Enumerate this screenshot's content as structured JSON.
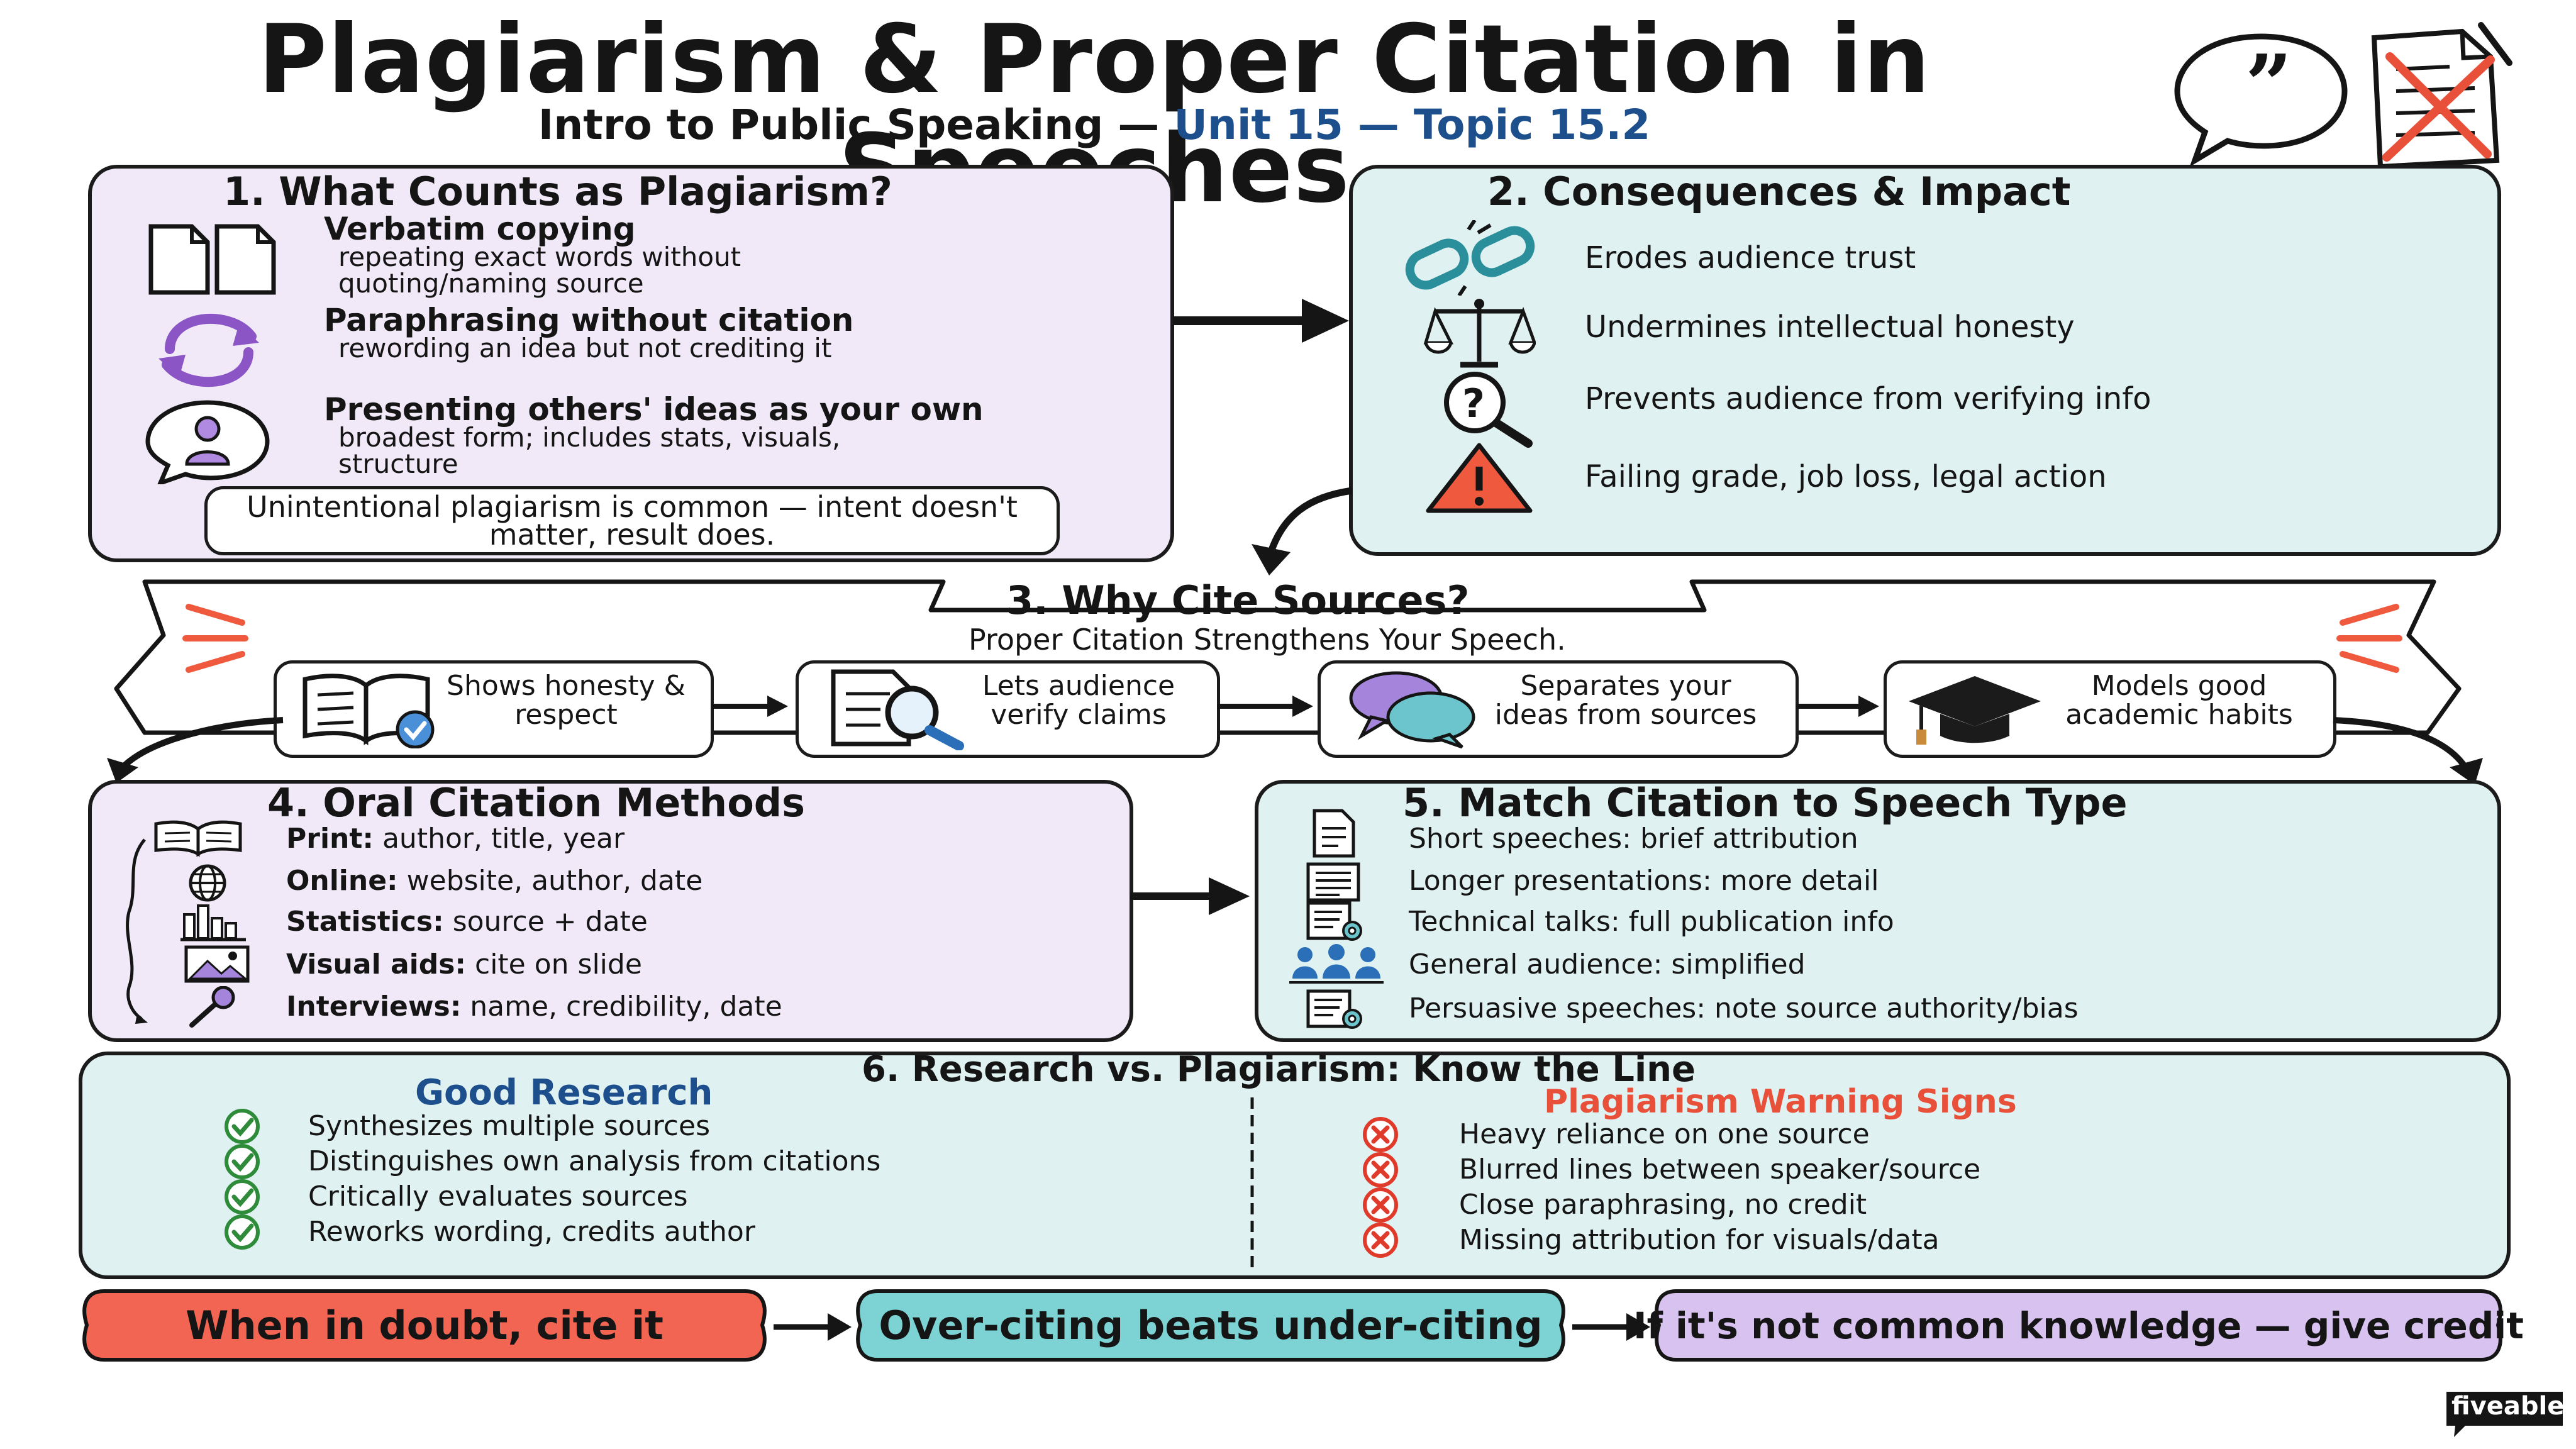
{
  "header": {
    "title": "Plagiarism & Proper Citation in Speeches",
    "subtitle_left": "Intro to Public Speaking — ",
    "subtitle_unit": "Unit 15 — Topic 15.2"
  },
  "section1": {
    "title": "1. What Counts as Plagiarism?",
    "items": [
      {
        "head": "Verbatim copying",
        "desc": "repeating exact words without quoting/naming source",
        "icon": "documents-icon"
      },
      {
        "head": "Paraphrasing without citation",
        "desc": "rewording an idea but not crediting it",
        "icon": "cycle-arrows-icon"
      },
      {
        "head": "Presenting others' ideas as your own",
        "desc": "broadest form; includes stats, visuals, structure",
        "icon": "person-speech-icon"
      }
    ],
    "note": "Unintentional plagiarism is common — intent doesn't matter, result does."
  },
  "section2": {
    "title": "2. Consequences & Impact",
    "items": [
      {
        "text": "Erodes audience trust",
        "icon": "broken-chain-icon"
      },
      {
        "text": "Undermines intellectual honesty",
        "icon": "scales-icon"
      },
      {
        "text": "Prevents audience from verifying info",
        "icon": "question-magnifier-icon"
      },
      {
        "text": "Failing grade, job loss, legal action",
        "icon": "warning-icon"
      }
    ]
  },
  "section3": {
    "title": "3. Why Cite Sources?",
    "subtitle": "Proper Citation Strengthens Your Speech.",
    "steps": [
      {
        "text": "Shows honesty & respect",
        "icon": "book-check-icon"
      },
      {
        "text": "Lets audience verify claims",
        "icon": "document-magnifier-icon"
      },
      {
        "text": "Separates your ideas from sources",
        "icon": "speech-bubbles-icon"
      },
      {
        "text": "Models good academic habits",
        "icon": "graduation-cap-icon"
      }
    ]
  },
  "section4": {
    "title": "4. Oral Citation Methods",
    "items": [
      {
        "label": "Print:",
        "text": " author, title, year",
        "icon": "open-book-icon"
      },
      {
        "label": "Online:",
        "text": " website, author, date",
        "icon": "globe-icon"
      },
      {
        "label": "Statistics:",
        "text": " source + date",
        "icon": "bar-chart-icon"
      },
      {
        "label": "Visual aids:",
        "text": " cite on slide",
        "icon": "image-icon"
      },
      {
        "label": "Interviews:",
        "text": " name, credibility, date",
        "icon": "microphone-icon"
      }
    ]
  },
  "section5": {
    "title": "5. Match Citation to Speech Type",
    "items": [
      {
        "text": "Short speeches: brief attribution",
        "icon": "short-document-icon"
      },
      {
        "text": "Longer presentations: more detail",
        "icon": "long-document-icon"
      },
      {
        "text": "Technical talks: full publication info",
        "icon": "document-gear-icon"
      },
      {
        "text": "General audience: simplified",
        "icon": "audience-icon"
      },
      {
        "text": "Persuasive speeches: note source authority/bias",
        "icon": "document-gear-icon"
      }
    ]
  },
  "section6": {
    "title": "6. Research vs. Plagiarism: Know the Line",
    "good_title": "Good Research",
    "good_items": [
      "Synthesizes multiple sources",
      "Distinguishes own analysis from citations",
      "Critically evaluates sources",
      "Reworks wording, credits author"
    ],
    "bad_title": "Plagiarism Warning Signs",
    "bad_items": [
      "Heavy reliance on one source",
      "Blurred lines between speaker/source",
      "Close paraphrasing, no credit",
      "Missing attribution for visuals/data"
    ]
  },
  "footer": {
    "pills": [
      {
        "text": "When in doubt, cite it",
        "color": "#f26552"
      },
      {
        "text": "Over-citing beats under-citing",
        "color": "#7dd3d3"
      },
      {
        "text": "If it's not common knowledge — give credit",
        "color": "#d7c2f0"
      }
    ],
    "brand": "fiveable"
  },
  "colors": {
    "purple_panel": "#f1e9f8",
    "teal_panel": "#dff1f1",
    "blue_text": "#1d4f8c",
    "red_text": "#e8503a",
    "check_green": "#2e8b3a",
    "x_red": "#e03a2a"
  }
}
